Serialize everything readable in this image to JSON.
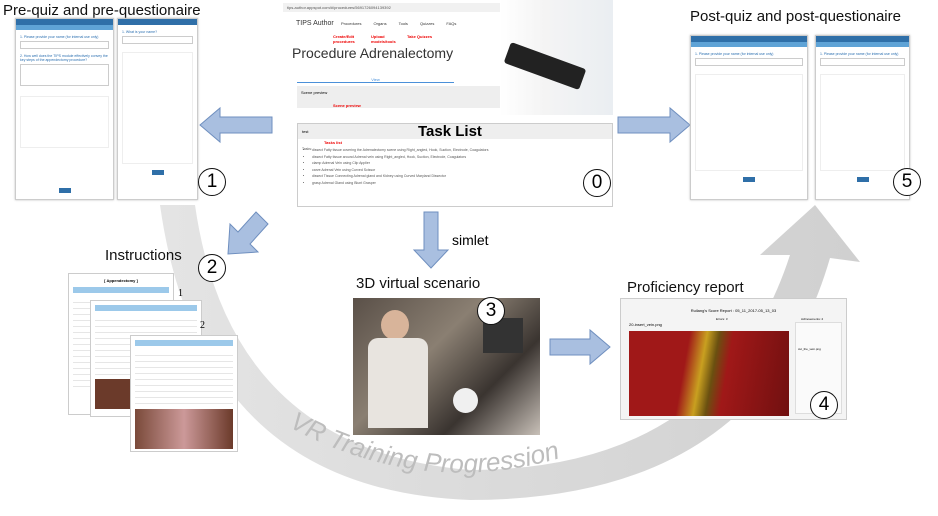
{
  "labels": {
    "prequiz": "Pre-quiz and pre-questionaire",
    "postquiz": "Post-quiz and post-questionaire",
    "instructions": "Instructions",
    "scenario": "3D virtual scenario",
    "report": "Proficiency report",
    "simlet": "simlet",
    "progression": "VR Training Progression"
  },
  "steps": [
    "0",
    "1",
    "2",
    "3",
    "4",
    "5"
  ],
  "author": {
    "url": "tips-author.appspot.com/#/procedures/5691726094139392",
    "brand": "TIPS Author",
    "nav": [
      "Procedures",
      "Organs",
      "Tools",
      "Quizzes",
      "FAQs"
    ],
    "notes": {
      "procedures": "Create/Edit procedures",
      "organs": "Upload models/tools",
      "quizzes": "Take Quizzes",
      "scene": "Scene preview",
      "tasks": "Tasks list"
    },
    "title": "Procedure Adrenalectomy",
    "view_tab": "View",
    "scene_preview": "Scene preview",
    "task_heading": "Task List",
    "test": "test",
    "tasks_label": "Tasks:",
    "tasks": [
      "dissect   Fatty tissue covering the Adrenalectomy scene   using   Right_angled, Hook, Suction, Electrode, Coagulators",
      "dissect   Fatty tissue around Adrenal vein   using   Right_angled, Hook, Suction, Electrode, Coagulators",
      "clamp   Adrenal Vein   using   Clip Applier",
      "carve   Adrenal Vein   using   Curved Scissor",
      "dissect   Tissue Connecting Adrenal gland and Kidney   using   Curved Maryland Dissector",
      "grasp   Adrenal Gland   using   Blunt Grasper"
    ]
  },
  "prequiz_forms": {
    "q1": "1. Please provide your name (for internal use only)",
    "q2": "2. How well does the TIPS module effectively convey the key steps of the appendectomy procedure?",
    "f2q1": "1. What is your name?"
  },
  "postquiz_forms": {
    "q1": "1. Please provide your name (for internal use only)"
  },
  "instructions_doc": {
    "title": "[ Appendectomy ]",
    "page1": "1",
    "page2": "2"
  },
  "report": {
    "title": "Ruilang's Score Report : 05_11_2017-05_13_03",
    "errors": "Errors: 3",
    "achievements": "Achievements: 2",
    "image": "20-insert_vein.png",
    "achievement_item": "cut_the_vein.png"
  }
}
